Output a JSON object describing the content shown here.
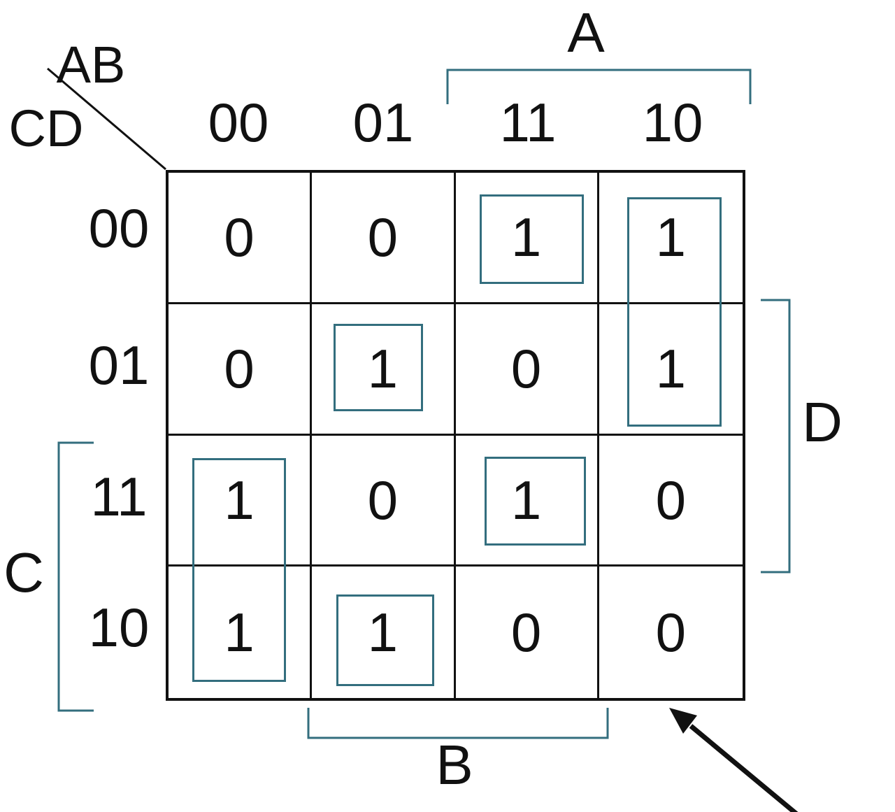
{
  "kmap": {
    "corner": {
      "top": "AB",
      "side": "CD"
    },
    "col_headers": [
      "00",
      "01",
      "11",
      "10"
    ],
    "row_headers": [
      "00",
      "01",
      "11",
      "10"
    ],
    "cells": [
      [
        "0",
        "0",
        "1",
        "1"
      ],
      [
        "0",
        "1",
        "0",
        "1"
      ],
      [
        "1",
        "0",
        "1",
        "0"
      ],
      [
        "1",
        "1",
        "0",
        "0"
      ]
    ],
    "brackets": {
      "top": "A",
      "bottom": "B",
      "left": "C",
      "right": "D"
    },
    "groups": [
      {
        "cells": [
          "CD=00 AB=11"
        ]
      },
      {
        "cells": [
          "CD=00 AB=10",
          "CD=01 AB=10"
        ]
      },
      {
        "cells": [
          "CD=01 AB=01"
        ]
      },
      {
        "cells": [
          "CD=11 AB=00",
          "CD=10 AB=00"
        ]
      },
      {
        "cells": [
          "CD=11 AB=11"
        ]
      },
      {
        "cells": [
          "CD=10 AB=01"
        ]
      }
    ],
    "colors": {
      "highlight_outline": "#336e7e",
      "line": "#111111"
    }
  }
}
